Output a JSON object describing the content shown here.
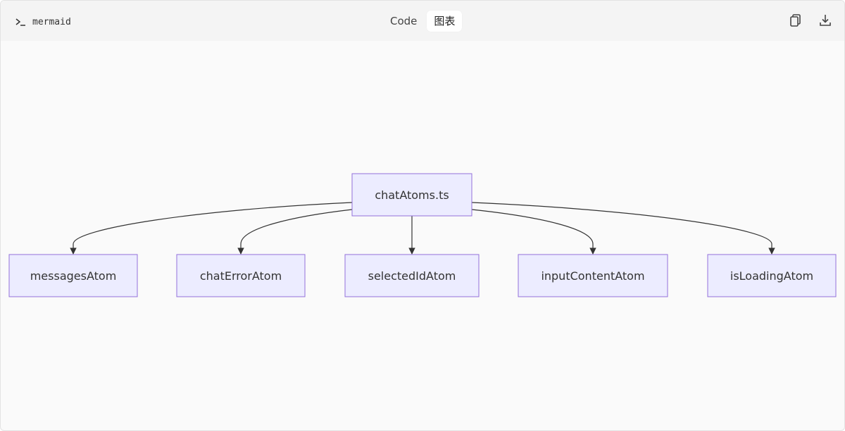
{
  "header": {
    "language_label": "mermaid",
    "tabs": [
      {
        "label": "Code",
        "active": false
      },
      {
        "label": "图表",
        "active": true
      }
    ],
    "icons": [
      "copy-icon",
      "download-icon"
    ]
  },
  "diagram": {
    "type": "flowchart",
    "direction": "TD",
    "colors": {
      "node_fill": "#ececff",
      "node_stroke": "#9370db",
      "edge": "#333333"
    },
    "root": "chatAtoms.ts",
    "children": [
      "messagesAtom",
      "chatErrorAtom",
      "selectedIdAtom",
      "inputContentAtom",
      "isLoadingAtom"
    ],
    "edges": [
      {
        "from": "chatAtoms.ts",
        "to": "messagesAtom"
      },
      {
        "from": "chatAtoms.ts",
        "to": "chatErrorAtom"
      },
      {
        "from": "chatAtoms.ts",
        "to": "selectedIdAtom"
      },
      {
        "from": "chatAtoms.ts",
        "to": "inputContentAtom"
      },
      {
        "from": "chatAtoms.ts",
        "to": "isLoadingAtom"
      }
    ]
  }
}
